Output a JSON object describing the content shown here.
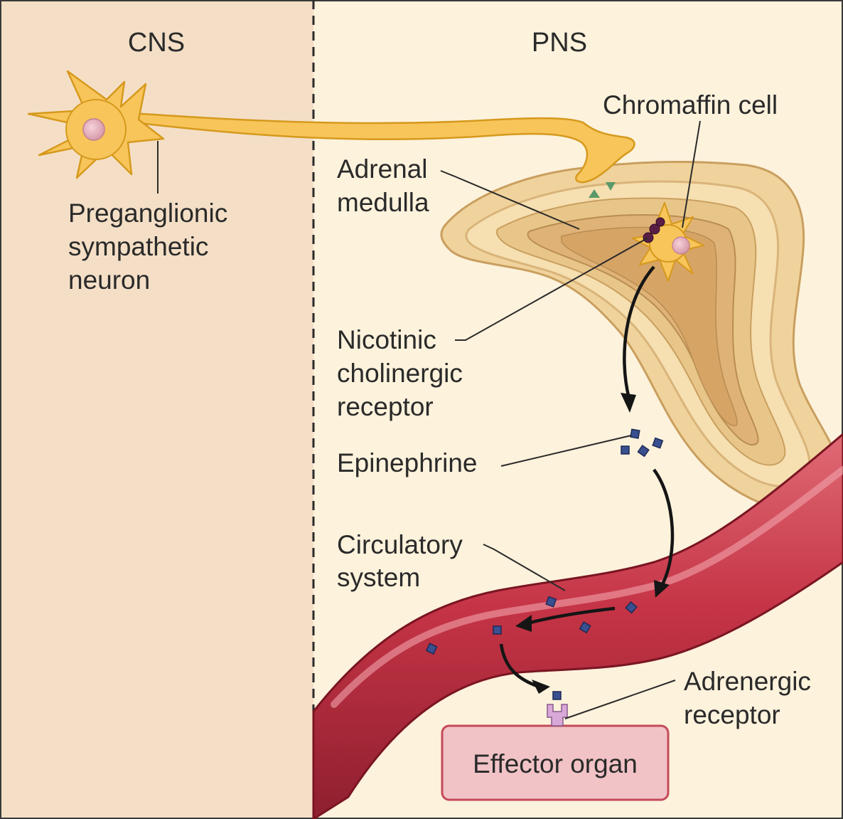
{
  "regions": {
    "cns": "CNS",
    "pns": "PNS"
  },
  "labels": {
    "preganglionic": [
      "Preganglionic",
      "sympathetic",
      "neuron"
    ],
    "adrenal_medulla": [
      "Adrenal",
      "medulla"
    ],
    "chromaffin_cell": "Chromaffin cell",
    "nicotinic_receptor": [
      "Nicotinic",
      "cholinergic",
      "receptor"
    ],
    "epinephrine": "Epinephrine",
    "circulatory_system": [
      "Circulatory",
      "system"
    ],
    "adrenergic_receptor": [
      "Adrenergic",
      "receptor"
    ],
    "effector_organ": "Effector organ"
  },
  "colors": {
    "cns_background": "#f4dfc6",
    "pns_background": "#fdf2dc",
    "neuron": "#f7c55a",
    "blood_vessel": "#c93a4a",
    "effector_organ": "#f1c3c6",
    "epinephrine": "#3a4f8f",
    "receptor": "#d8a8d8"
  }
}
